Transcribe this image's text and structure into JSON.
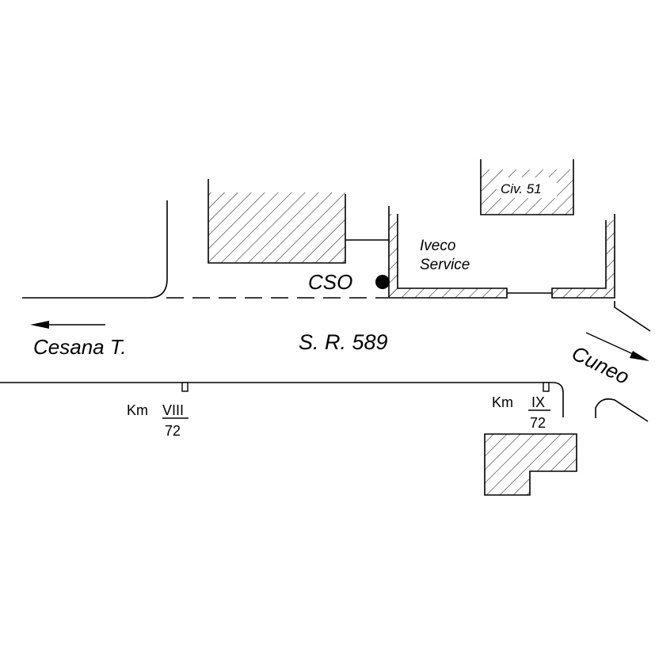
{
  "colors": {
    "ink": "#000000",
    "background": "#ffffff"
  },
  "labels": {
    "road": "S. R. 589",
    "west_direction": "Cesana T.",
    "east_direction": "Cuneo",
    "cso": "CSO",
    "iveco_line1": "Iveco",
    "iveco_line2": "Service",
    "civ": "Civ. 51"
  },
  "km_markers": [
    {
      "prefix": "Km",
      "numeral": "VIII",
      "sub": "72"
    },
    {
      "prefix": "Km",
      "numeral": "IX",
      "sub": "72"
    }
  ],
  "icons": {
    "west_arrow": "arrow-left-icon",
    "east_arrow": "arrow-right-icon",
    "cso_marker": "filled-circle-icon",
    "hatched_building": "hatch-pattern"
  }
}
